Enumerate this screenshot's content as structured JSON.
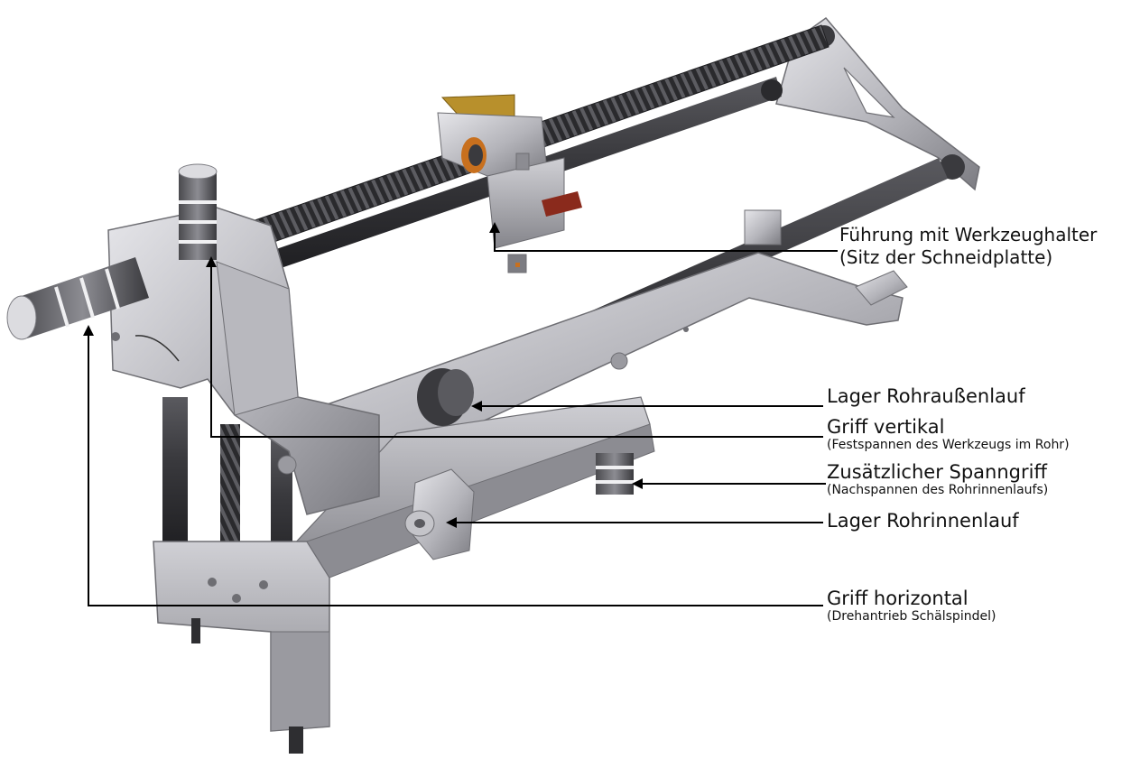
{
  "colors": {
    "background": "#ffffff",
    "metal_light": "#d8d8dc",
    "metal_mid": "#a9a9ae",
    "metal_dark": "#6e6e73",
    "rod_dark": "#2e2e31",
    "brass": "#b8902c",
    "bearing_orange": "#c8701e",
    "lever_red": "#8a2a1c",
    "leader_line": "#000000"
  },
  "callouts": [
    {
      "main": "Führung mit Werkzeughalter",
      "sub": "(Sitz der Schneidplatte)"
    },
    {
      "main": "Lager Rohraußenlauf",
      "sub": ""
    },
    {
      "main": "Griff vertikal",
      "sub": "(Festspannen des Werkzeugs im Rohr)"
    },
    {
      "main": "Zusätzlicher Spanngriff",
      "sub": "(Nachspannen des Rohrinnenlaufs)"
    },
    {
      "main": "Lager Rohrinnenlauf",
      "sub": ""
    },
    {
      "main": "Griff horizontal",
      "sub": "(Drehantrieb Schälspindel)"
    }
  ]
}
